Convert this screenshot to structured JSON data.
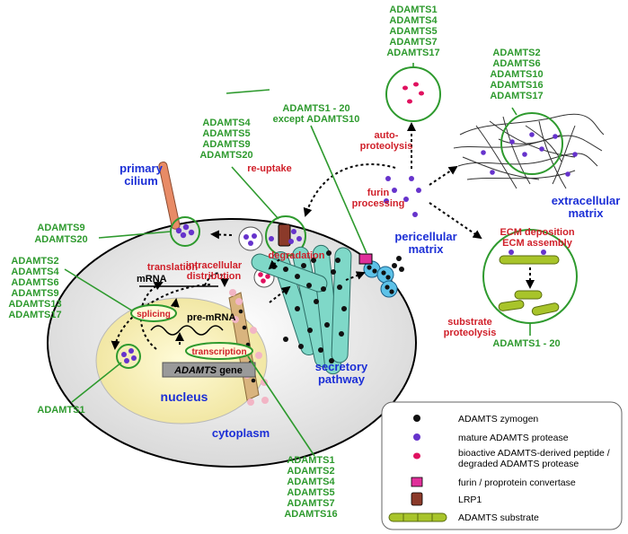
{
  "colors": {
    "green_label": "#2e9a2e",
    "red_label": "#d0202a",
    "blue_label": "#1c2fd6",
    "zymogen": "#111111",
    "mature_protease": "#6633cc",
    "peptide": "#e0115f",
    "furin": "#e0309a",
    "lrp1": "#8b3a2a",
    "substrate": "#a8c42a",
    "er": "#d9b47e",
    "golgi": "#7fd8c8",
    "nucleus": "#f7f0b0"
  },
  "compartments": {
    "nucleus": "nucleus",
    "cytoplasm": "cytoplasm",
    "primary_cilium": [
      "primary",
      "cilium"
    ],
    "secretory_pathway": [
      "secretory",
      "pathway"
    ],
    "pericellular_matrix": [
      "pericellular",
      "matrix"
    ],
    "extracellular_matrix": [
      "extracellular",
      "matrix"
    ]
  },
  "processes": {
    "splicing": "splicing",
    "transcription": "transcription",
    "translation": "translation",
    "intracellular_distribution": [
      "intracellular",
      "distribution"
    ],
    "re_uptake": "re-uptake",
    "degradation": "degradation",
    "furin_processing": [
      "furin",
      "processing"
    ],
    "auto_proteolysis": [
      "auto-",
      "proteolysis"
    ],
    "ecm": [
      "ECM deposition",
      "ECM assembly"
    ],
    "substrate_proteolysis": [
      "substrate",
      "proteolysis"
    ]
  },
  "molecules": {
    "mrna": "mRNA",
    "pre_mrna": "pre-mRNA",
    "gene_italic": "ADAMTS",
    "gene_suffix": " gene"
  },
  "groups": {
    "auto_proteolysis": [
      "ADAMTS1",
      "ADAMTS4",
      "ADAMTS5",
      "ADAMTS7",
      "ADAMTS17"
    ],
    "ecm": [
      "ADAMTS2",
      "ADAMTS6",
      "ADAMTS10",
      "ADAMTS16",
      "ADAMTS17"
    ],
    "furin": [
      "ADAMTS1 - 20",
      "except ADAMTS10"
    ],
    "reuptake": [
      "ADAMTS4",
      "ADAMTS5",
      "ADAMTS9",
      "ADAMTS20"
    ],
    "cilium": [
      "ADAMTS9",
      "ADAMTS20"
    ],
    "splicing": [
      "ADAMTS2",
      "ADAMTS4",
      "ADAMTS6",
      "ADAMTS9",
      "ADAMTS13",
      "ADAMTS17"
    ],
    "nucleus": [
      "ADAMTS1"
    ],
    "transcription": [
      "ADAMTS1",
      "ADAMTS2",
      "ADAMTS4",
      "ADAMTS5",
      "ADAMTS7",
      "ADAMTS16"
    ],
    "substrate": [
      "ADAMTS1 - 20"
    ]
  },
  "legend": [
    {
      "icon": "zymogen",
      "text": [
        "ADAMTS zymogen"
      ]
    },
    {
      "icon": "mature",
      "text": [
        "mature ADAMTS protease"
      ]
    },
    {
      "icon": "peptide",
      "text": [
        "bioactive ADAMTS-derived peptide /",
        "degraded ADAMTS protease"
      ]
    },
    {
      "icon": "furin",
      "text": [
        "furin / proprotein convertase"
      ]
    },
    {
      "icon": "lrp1",
      "text": [
        "LRP1"
      ]
    },
    {
      "icon": "substrate",
      "text": [
        "ADAMTS substrate"
      ]
    }
  ]
}
